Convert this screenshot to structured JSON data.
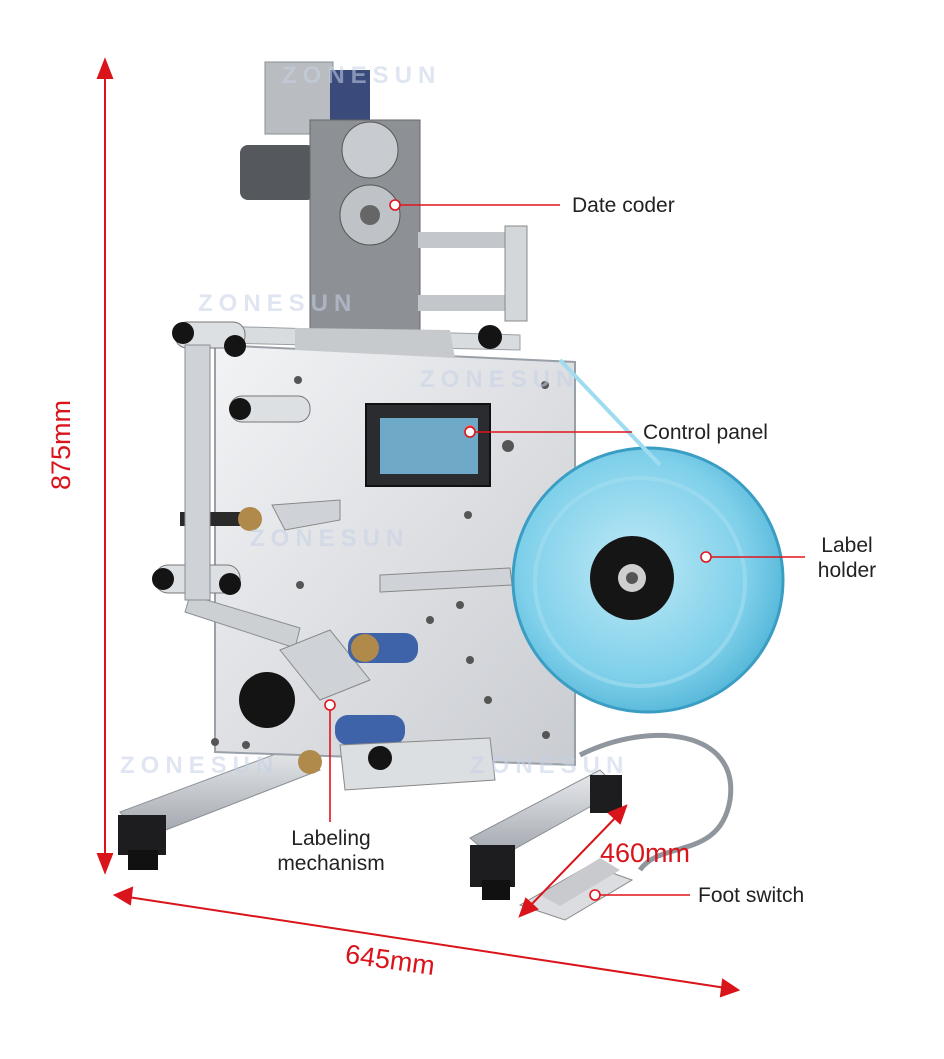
{
  "watermark": "ZONESUN",
  "callouts": {
    "date_coder": "Date coder",
    "control_panel": "Control panel",
    "label_holder_line1": "Label",
    "label_holder_line2": "holder",
    "labeling_mechanism_line1": "Labeling",
    "labeling_mechanism_line2": "mechanism",
    "foot_switch": "Foot switch"
  },
  "dimensions": {
    "height": "875mm",
    "width": "645mm",
    "depth": "460mm"
  },
  "colors": {
    "dimension_red": "#d9141b",
    "callout_line_red": "#e0151c",
    "reel_blue": "#7fd0ea"
  }
}
